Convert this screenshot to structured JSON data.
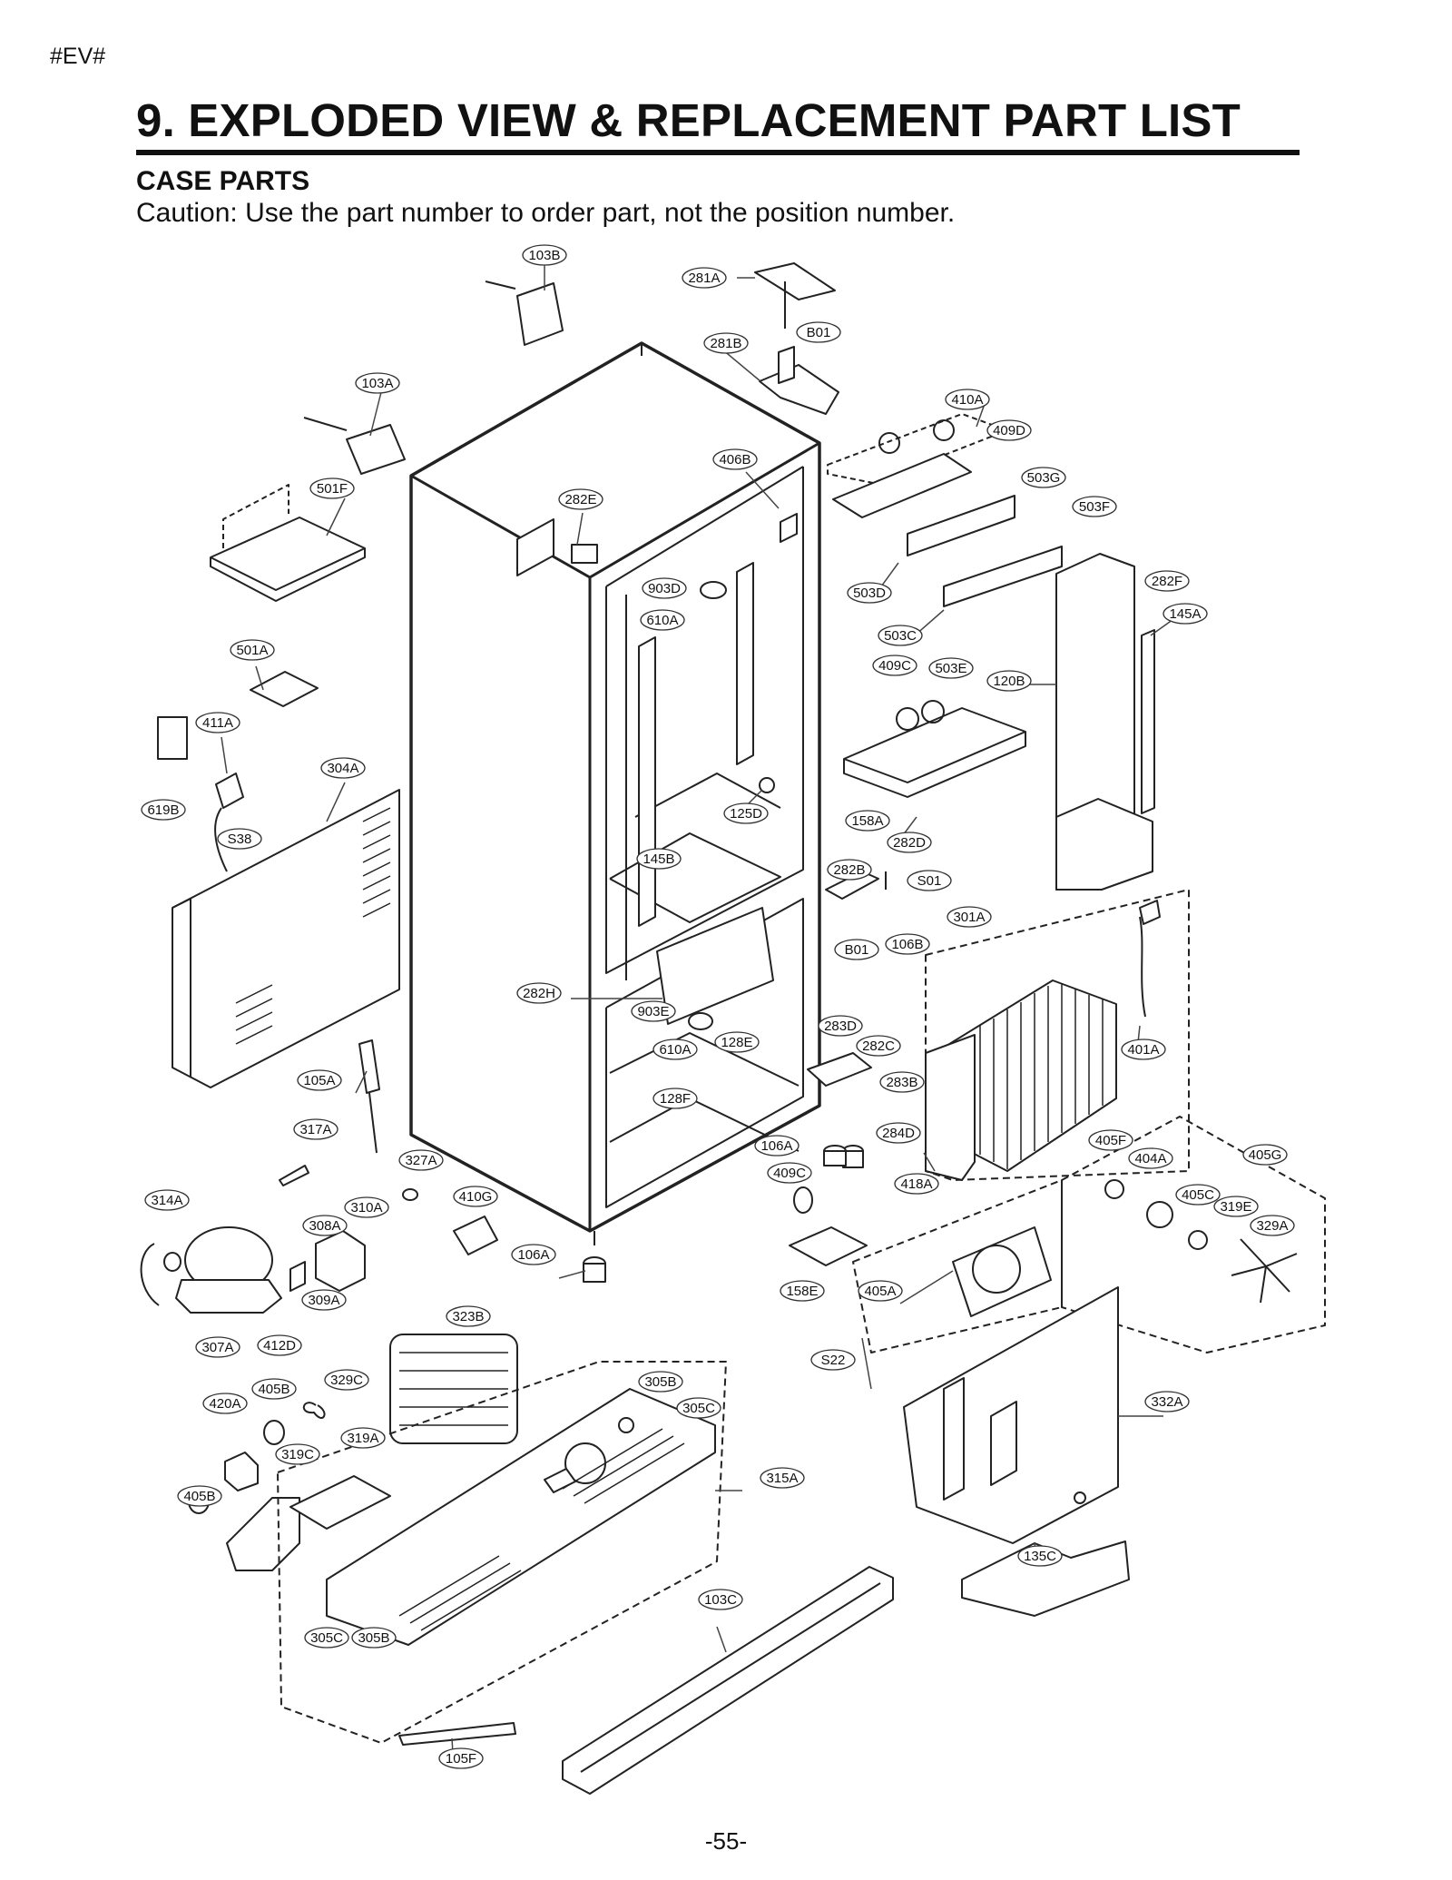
{
  "page": {
    "tag": "#EV#",
    "title": "9. EXPLODED VIEW & REPLACEMENT PART LIST",
    "subtitle": "CASE PARTS",
    "caution": "Caution: Use the part number to order part, not the position number.",
    "page_number": "-55-"
  },
  "part_labels": [
    "103B",
    "281A",
    "B01",
    "281B",
    "103A",
    "410A",
    "409D",
    "406B",
    "503G",
    "501F",
    "282E",
    "503F",
    "903D",
    "503D",
    "282F",
    "610A",
    "145A",
    "503C",
    "501A",
    "409C",
    "503E",
    "120B",
    "411A",
    "304A",
    "619B",
    "125D",
    "158A",
    "S38",
    "282D",
    "145B",
    "282B",
    "S01",
    "301A",
    "B01",
    "106B",
    "282H",
    "903E",
    "283D",
    "282C",
    "128E",
    "610A",
    "401A",
    "105A",
    "283B",
    "128F",
    "284D",
    "317A",
    "405F",
    "106A",
    "405G",
    "327A",
    "404A",
    "409C",
    "418A",
    "314A",
    "405C",
    "310A",
    "410G",
    "319E",
    "308A",
    "329A",
    "106A",
    "405A",
    "158E",
    "309A",
    "323B",
    "307A",
    "412D",
    "S22",
    "329C",
    "305B",
    "405B",
    "420A",
    "305C",
    "332A",
    "319A",
    "319C",
    "315A",
    "405B",
    "135C",
    "103C",
    "305C",
    "305B",
    "105F"
  ]
}
